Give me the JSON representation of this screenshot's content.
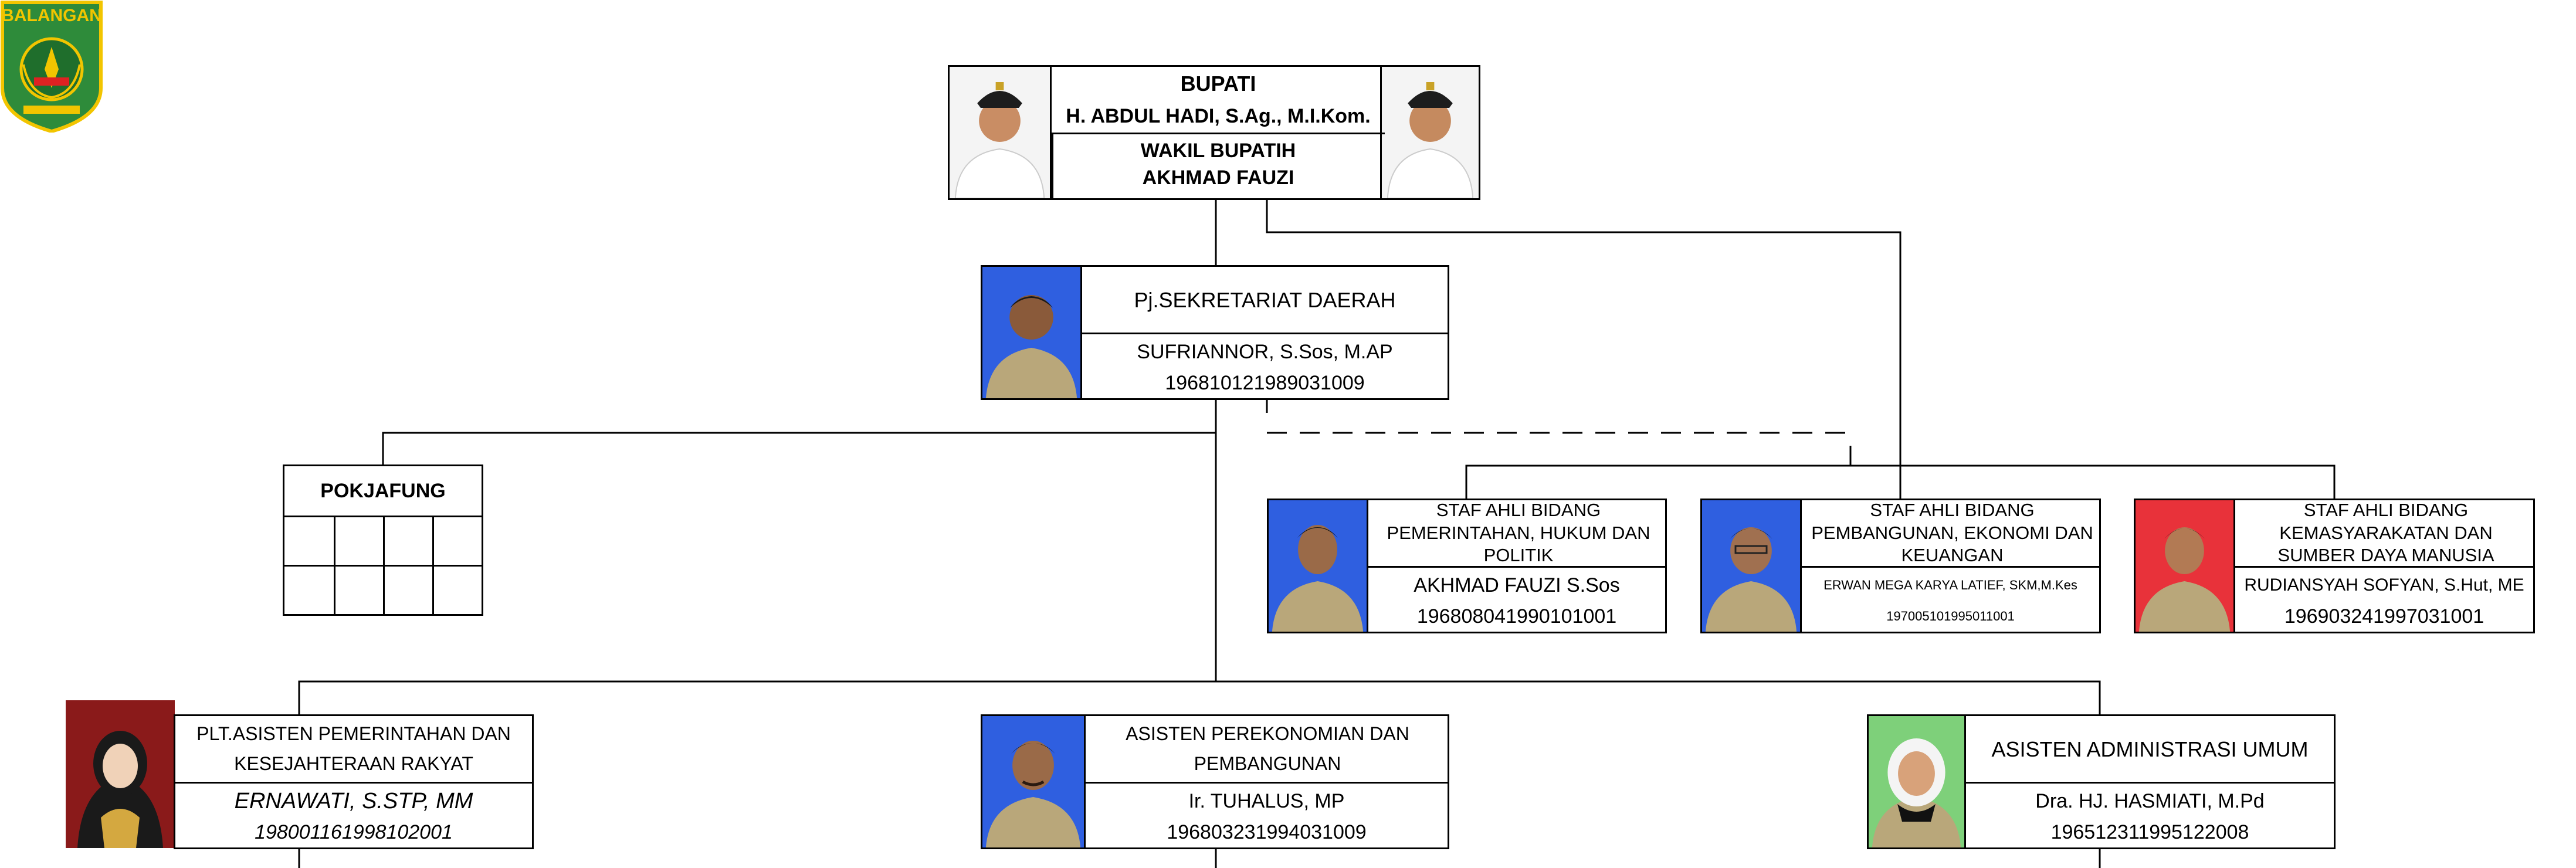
{
  "logo": {
    "name": "BALANGAN",
    "icon": "regency-seal-icon"
  },
  "leadership": {
    "title": "BUPATI",
    "bupati_name": "H. ABDUL HADI, S.Ag., M.I.Kom.",
    "deputy_title": "WAKIL BUPATIH",
    "deputy_name": "AKHMAD FAUZI"
  },
  "sekda": {
    "title": "Pj.SEKRETARIAT DAERAH",
    "name": "SUFRIANNOR, S.Sos, M.AP",
    "nip": "196810121989031009"
  },
  "pokjafung": {
    "title": "POKJAFUNG"
  },
  "staff": [
    {
      "title": "STAF AHLI BIDANG PEMERINTAHAN, HUKUM DAN POLITIK",
      "name": "AKHMAD FAUZI S.Sos",
      "nip": "196808041990101001"
    },
    {
      "title": "STAF AHLI BIDANG PEMBANGUNAN, EKONOMI DAN KEUANGAN",
      "name": "ERWAN MEGA KARYA LATIEF, SKM,M.Kes",
      "nip": "197005101995011001"
    },
    {
      "title": "STAF AHLI BIDANG KEMASYARAKATAN DAN SUMBER DAYA MANUSIA",
      "name": "RUDIANSYAH SOFYAN, S.Hut, ME",
      "nip": "196903241997031001"
    }
  ],
  "assistants": [
    {
      "title": "PLT.ASISTEN PEMERINTAHAN DAN KESEJAHTERAAN RAKYAT",
      "name": "ERNAWATI, S.STP, MM",
      "nip": "198001161998102001"
    },
    {
      "title": "ASISTEN PEREKONOMIAN DAN PEMBANGUNAN",
      "name": "Ir. TUHALUS, MP",
      "nip": "196803231994031009"
    },
    {
      "title": "ASISTEN ADMINISTRASI UMUM",
      "name": "Dra. HJ. HASMIATI, M.Pd",
      "nip": "196512311995122008"
    }
  ],
  "colors": {
    "photo_blue": "#2f5fe0",
    "photo_red": "#e8323a",
    "photo_green": "#7ed07a",
    "photo_dark_red": "#8a1a1a",
    "photo_white": "#f4f4f4",
    "uniform_khaki": "#b9a77a",
    "uniform_white": "#ffffff",
    "logo_green": "#2e8b3a",
    "logo_yellow": "#f2c500"
  }
}
